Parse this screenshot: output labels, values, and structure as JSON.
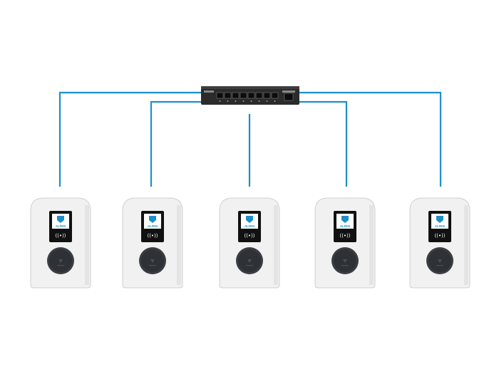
{
  "colors": {
    "background": "#ffffff",
    "cable": "#1e8fc9",
    "switch_body": "#2b2b2b",
    "charger_body": "#f1f1f1",
    "charger_edge": "#cfcfcf",
    "screen_bezel": "#111111",
    "screen": "#ffffff",
    "logo": "#1e8fc9",
    "socket": "#3a3d42"
  },
  "network_switch": {
    "icon": "ethernet-switch-icon",
    "port_count": 8
  },
  "chargers": [
    {
      "screen_brand": "ALFEN",
      "rfid_icon": "rfid-icon"
    },
    {
      "screen_brand": "ALFEN",
      "rfid_icon": "rfid-icon"
    },
    {
      "screen_brand": "ALFEN",
      "rfid_icon": "rfid-icon"
    },
    {
      "screen_brand": "ALFEN",
      "rfid_icon": "rfid-icon"
    },
    {
      "screen_brand": "ALFEN",
      "rfid_icon": "rfid-icon"
    }
  ],
  "rfid_symbol": "((•))"
}
